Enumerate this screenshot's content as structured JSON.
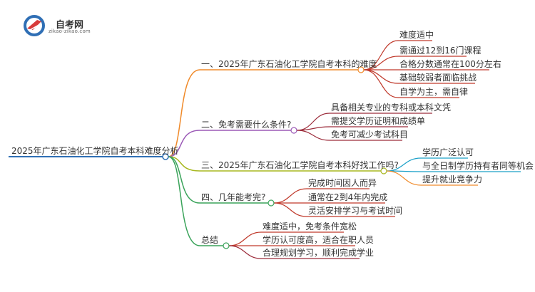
{
  "logo": {
    "title": "自考网",
    "subtitle": "zikao-zikao.com"
  },
  "root": {
    "label": "2025年广东石油化工学院自考本科难度分析"
  },
  "branches": [
    {
      "label": "一、2025年广东石油化工学院自考本科的难度",
      "color": "#f08a2a",
      "children": [
        "难度适中",
        "需通过12到16门课程",
        "合格分数通常在100分左右",
        "基础较弱者面临挑战",
        "自学为主，需自律"
      ],
      "child_color": "#c0392b"
    },
    {
      "label": "二、免考需要什么条件?",
      "color": "#9b59b6",
      "children": [
        "具备相关专业的专科或本科文凭",
        "需提交学历证明和成绩单",
        "免考可减少考试科目"
      ],
      "child_color": "#9c2c3b"
    },
    {
      "label": "三、2025年广东石油化工学院自考本科好找工作吗?",
      "color": "#a8b820",
      "children": [
        "学历广泛认可",
        "与全日制学历持有者同等机会",
        "提升就业竞争力"
      ],
      "child_colors": [
        "#1aa0c8",
        "#1aa0c8",
        "#f08a2a"
      ]
    },
    {
      "label": "四、几年能考完?",
      "color": "#3aa35a",
      "children": [
        "完成时间因人而异",
        "通常在2到4年内完成",
        "灵活安排学习与考试时间"
      ],
      "child_color": "#c0392b"
    },
    {
      "label": "总结",
      "color": "#3aa35a",
      "children": [
        "难度适中，免考条件宽松",
        "学历认可度高，适合在职人员",
        "合理规划学习，顺利完成学业"
      ],
      "child_colors": [
        "#c0392b",
        "#c0392b",
        "#9c2c3b"
      ]
    }
  ],
  "colors": {
    "root_line": "#2f6fb5",
    "logo_blue": "#2f6fb5",
    "logo_red": "#d83a3a"
  }
}
